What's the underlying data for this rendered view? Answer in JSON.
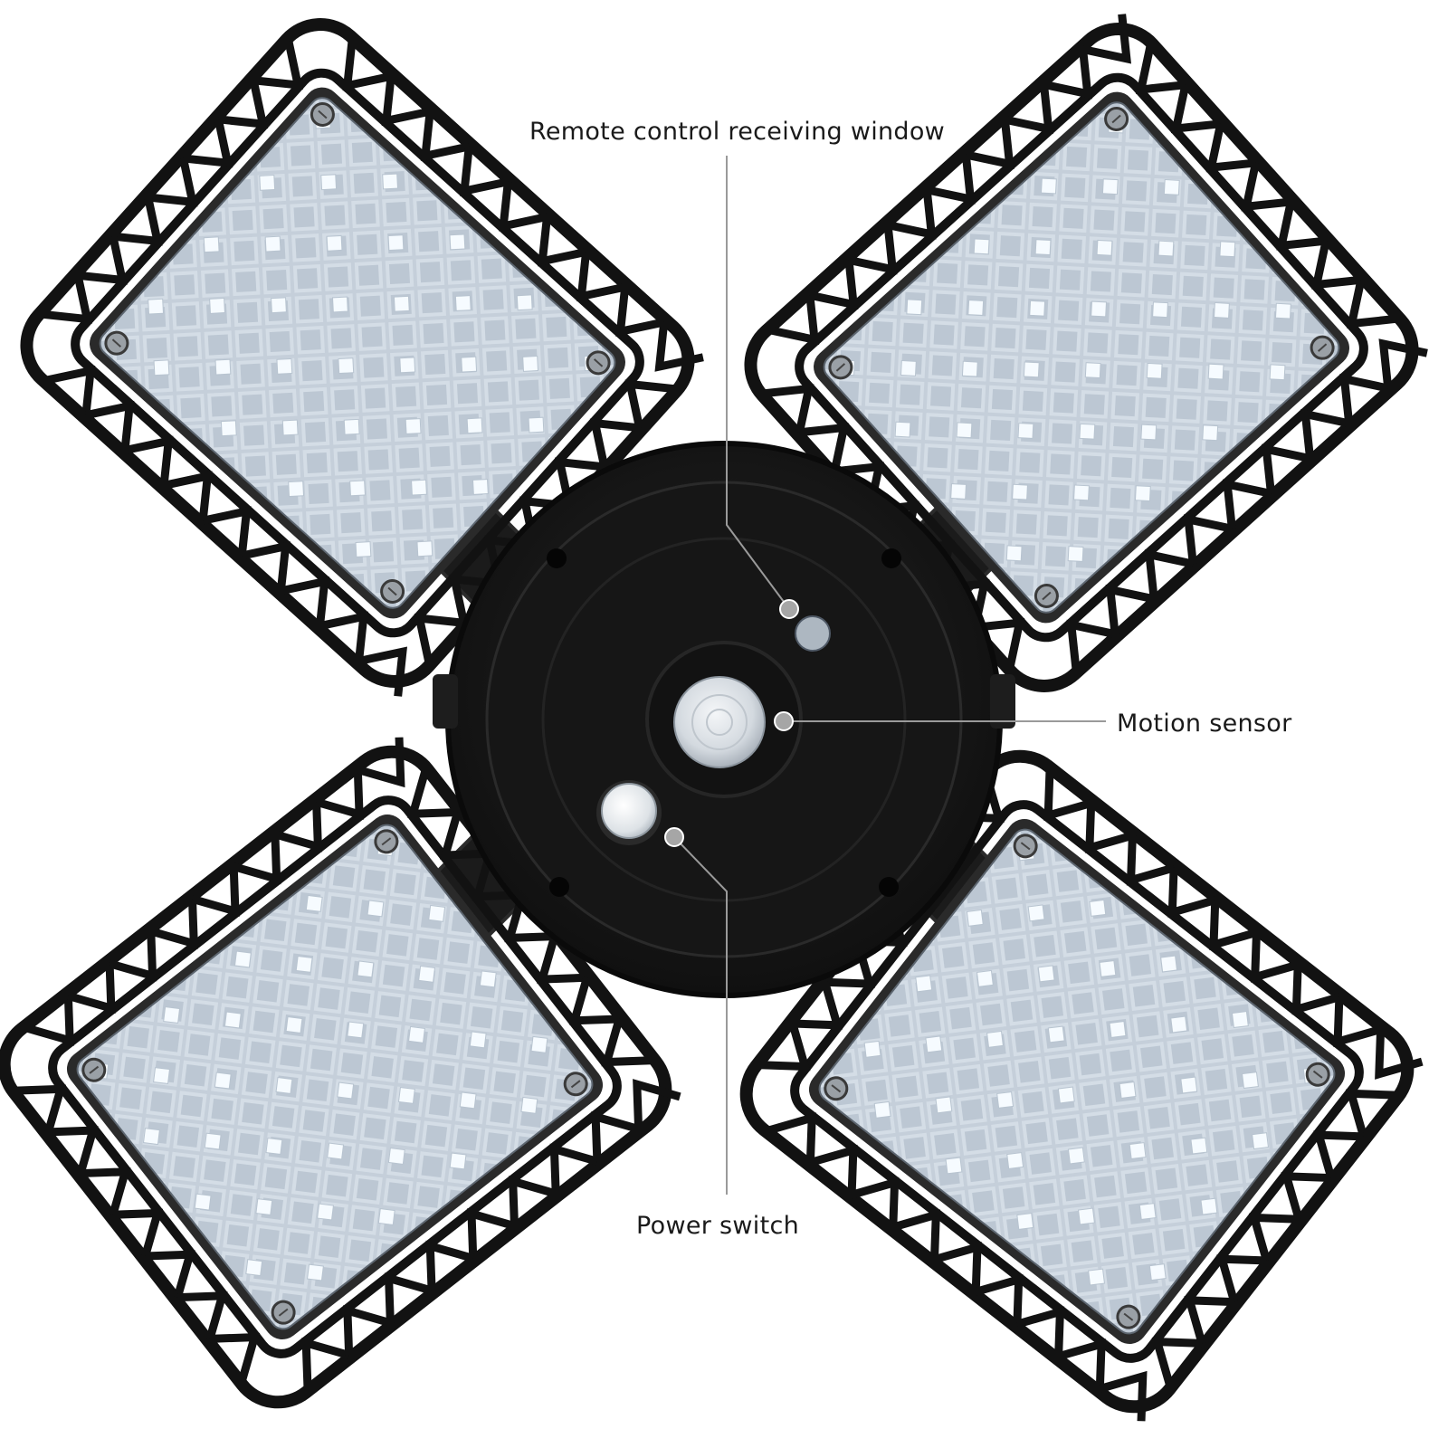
{
  "callouts": {
    "remote_window": "Remote control receiving window",
    "motion_sensor": "Motion sensor",
    "power_switch": "Power switch"
  },
  "colors": {
    "background": "#ffffff",
    "housing": "#161616",
    "cage": "#121212",
    "led_panel": "#c9d3de",
    "led_chip": "#f6fbff",
    "leader_line": "#9a9a9a",
    "leader_dot": "#a9a9a9",
    "sensor_dome": "#d8dde2"
  },
  "panels": [
    {
      "id": "top-left"
    },
    {
      "id": "top-right"
    },
    {
      "id": "bottom-left"
    },
    {
      "id": "bottom-right"
    }
  ]
}
